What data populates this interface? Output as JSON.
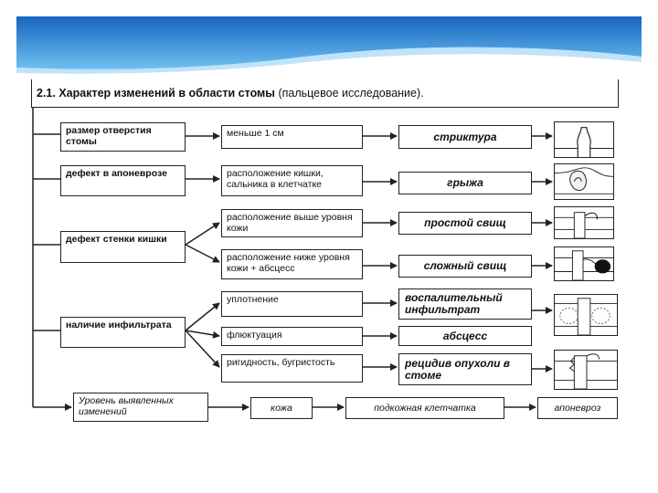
{
  "heading": {
    "number": "2.1.",
    "title_bold": "Характер изменений в области стомы",
    "title_note": "(пальцевое исследование)."
  },
  "categories": {
    "size": "размер отверстия стомы",
    "aponeurosis": "дефект в апоневрозе",
    "wall": "дефект стенки кишки",
    "infiltrate": "наличие инфильтрата"
  },
  "findings": {
    "size": "меньше 1 см",
    "aponeurosis": "расположение кишки, сальника в клетчатке",
    "above": "расположение выше уровня кожи",
    "below": "расположение ниже уровня кожи + абсцесс",
    "induration": "уплотнение",
    "fluctuation": "флюктуация",
    "rigidity": "ригидность, бугристость"
  },
  "results": {
    "stricture": "стриктура",
    "hernia": "грыжа",
    "simple_fistula": "простой свищ",
    "complex_fistula": "сложный свищ",
    "infiltrate": "воспалительный инфильтрат",
    "abscess": "абсцесс",
    "recurrence": "рецидив опухоли в стоме"
  },
  "levels": {
    "label": "Уровень выявленных изменений",
    "skin": "кожа",
    "subcutaneous": "подкожная клетчатка",
    "aponeurosis": "апоневроз"
  },
  "colors": {
    "banner_top": "#1565c0",
    "banner_bottom": "#7ec8f2",
    "line": "#222222"
  }
}
